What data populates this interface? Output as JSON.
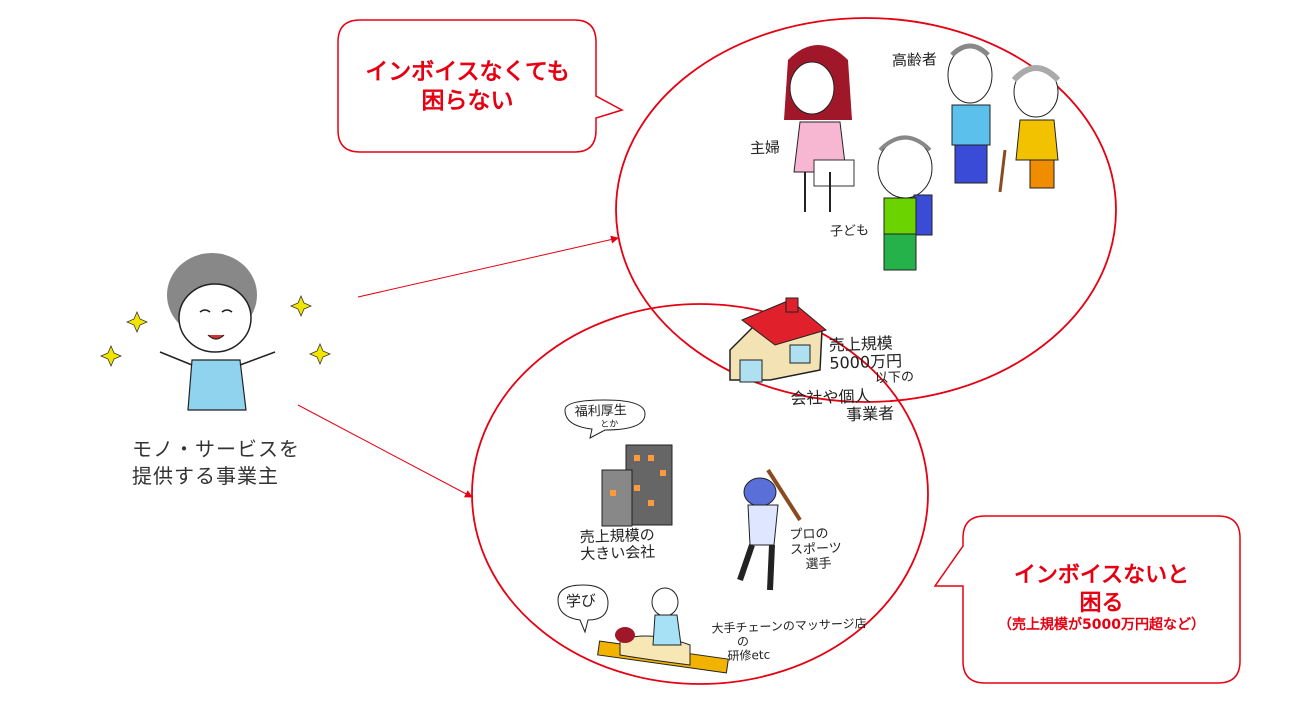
{
  "callouts": {
    "no_invoice_ok": {
      "line1": "インボイスなくても",
      "line2": "困らない"
    },
    "invoice_needed": {
      "line1": "インボイスないと",
      "line2": "困る",
      "note": "（売上規模が5000万円超など）"
    }
  },
  "business_owner": {
    "line1": "モノ・サービスを",
    "line2": "提供する事業主"
  },
  "consumers": {
    "housewife": "主婦",
    "elderly": "高齢者",
    "child": "子ども"
  },
  "small_business": {
    "line1": "売上規模",
    "line2": "5000万円",
    "line3": "以下の",
    "line4": "会社や個人",
    "line5": "事業者"
  },
  "businesses": {
    "welfare_bubble": {
      "line1": "福利厚生",
      "line2": "とか"
    },
    "large_company": {
      "line1": "売上規模の",
      "line2": "大きい会社"
    },
    "athlete": {
      "line1": "プロの",
      "line2": "スポーツ",
      "line3": "選手"
    },
    "learning_bubble": "学び",
    "massage": {
      "line1": "大手チェーンのマッサージ店",
      "line2": "の",
      "line3": "研修etc"
    }
  },
  "colors": {
    "accent": "#e60012",
    "ink": "#222222"
  }
}
